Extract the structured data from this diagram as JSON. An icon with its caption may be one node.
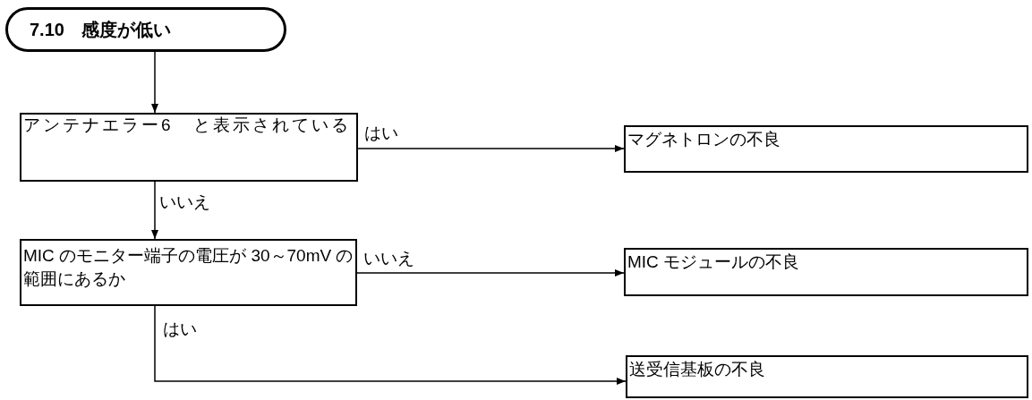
{
  "diagram": {
    "nodes": [
      {
        "text": [
          "7.10 感度が低い"
        ]
      },
      {
        "text": [
          "アンテナエラー6　と表示されている"
        ]
      },
      {
        "text": [
          "マグネトロンの不良"
        ]
      },
      {
        "text": [
          "MIC のモニター端子の電圧が 30～70mV の範囲にあるか"
        ]
      },
      {
        "text": [
          "MIC モジュールの不良"
        ]
      },
      {
        "text": [
          "送受信基板の不良"
        ]
      }
    ],
    "edges": [
      {
        "from": 0,
        "to": 1,
        "arrow": "to"
      },
      {
        "from": 1,
        "to": 2,
        "arrow": "to",
        "label": "はい"
      },
      {
        "from": 1,
        "to": 3,
        "arrow": "to",
        "label": "いいえ"
      },
      {
        "from": 3,
        "to": 4,
        "arrow": "to",
        "label": "いいえ"
      },
      {
        "from": 3,
        "to": 5,
        "arrow": "to",
        "label": "はい"
      }
    ]
  }
}
